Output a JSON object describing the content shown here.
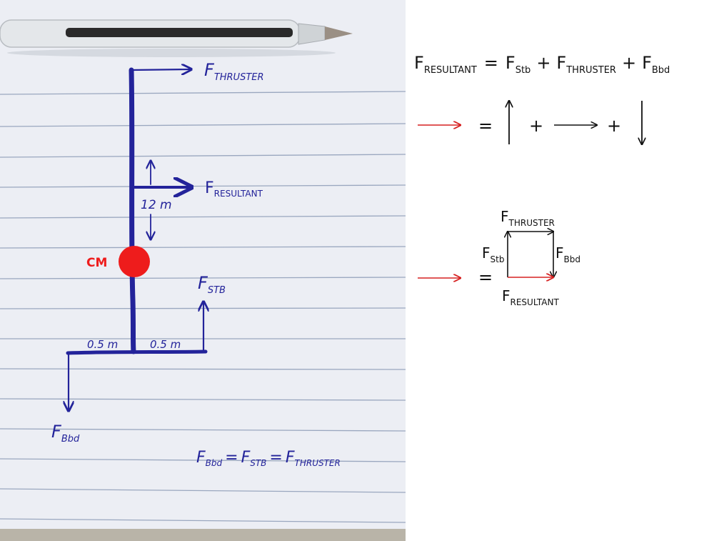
{
  "colors": {
    "ink": "#23239a",
    "paper": "#eceef4",
    "rule_line": "#9aa7bf",
    "cm_dot": "#ee1c1c",
    "red_arrow": "#d62020",
    "black": "#111111"
  },
  "sketch": {
    "labels": {
      "thruster": {
        "main": "F",
        "sub": "THRUSTER"
      },
      "resultant": {
        "main": "F",
        "sub": "RESULTANT"
      },
      "stb": {
        "main": "F",
        "sub": "STB"
      },
      "bbd": {
        "main": "F",
        "sub": "Bbd"
      },
      "cm": "CM",
      "dist_vertical": "12 m",
      "dist_left": "0.5 m",
      "dist_right": "0.5 m"
    },
    "equation": {
      "bbd": {
        "main": "F",
        "sub": "Bbd"
      },
      "eq1": "=",
      "stb": {
        "main": "F",
        "sub": "STB"
      },
      "eq2": "=",
      "thruster": {
        "main": "F",
        "sub": "THRUSTER"
      }
    }
  },
  "vector_sum": {
    "resultant": {
      "main": "F",
      "sub": "RESULTANT"
    },
    "eq": "=",
    "stb": {
      "main": "F",
      "sub": "Stb"
    },
    "plus1": "+",
    "thruster": {
      "main": "F",
      "sub": "THRUSTER"
    },
    "plus2": "+",
    "bbd": {
      "main": "F",
      "sub": "Bbd"
    },
    "arrow_eq": "=",
    "arrow_plus1": "+",
    "arrow_plus2": "+"
  },
  "polygon": {
    "eq": "=",
    "thruster": {
      "main": "F",
      "sub": "THRUSTER"
    },
    "stb": {
      "main": "F",
      "sub": "Stb"
    },
    "bbd": {
      "main": "F",
      "sub": "Bbd"
    },
    "resultant": {
      "main": "F",
      "sub": "RESULTANT"
    }
  }
}
